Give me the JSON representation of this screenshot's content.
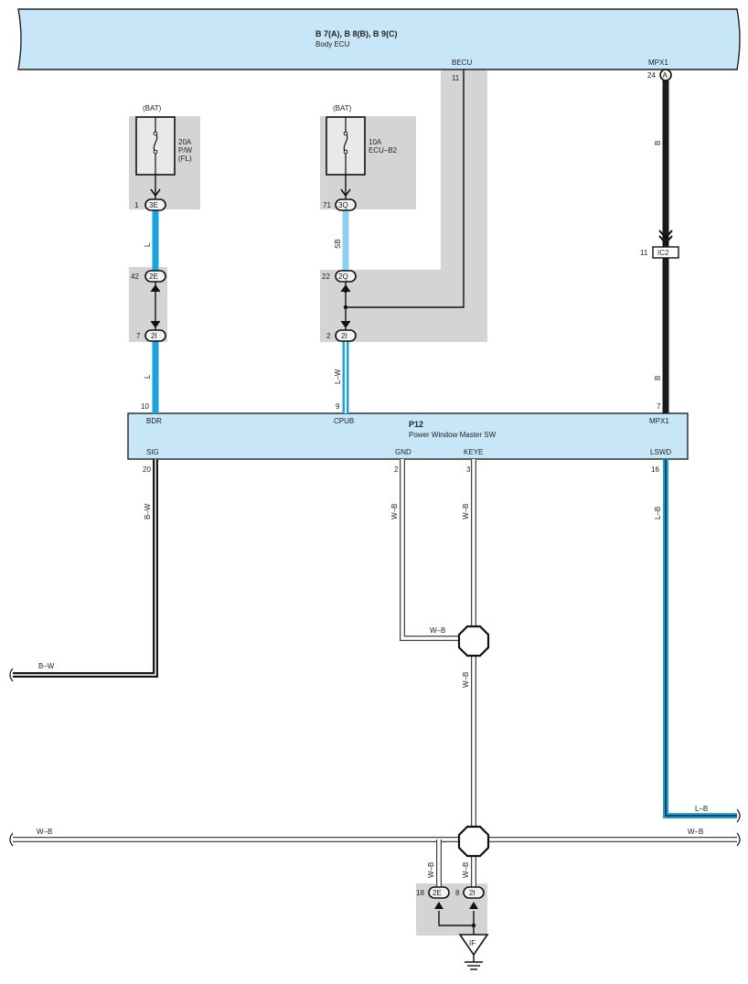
{
  "body_ecu": {
    "title": "B 7(A), B 8(B), B 9(C)",
    "name": "Body ECU",
    "pin_becu_label": "BECU",
    "pin_becu_num": "11",
    "pin_mpx1_label": "MPX1",
    "pin_mpx1_num": "24",
    "pin_mpx1_conn": "A"
  },
  "fuse_left": {
    "source": "(BAT)",
    "rating": "20A",
    "name_line1": "P/W",
    "name_line2": "(FL)",
    "pin": "1",
    "connector": "3E"
  },
  "fuse_right": {
    "source": "(BAT)",
    "rating": "10A",
    "name_line1": "ECU–B2",
    "pin": "71",
    "connector": "3Q"
  },
  "connectors": {
    "c2e_top": {
      "pin": "42",
      "code": "2E"
    },
    "c2i_left": {
      "pin": "7",
      "code": "2I"
    },
    "c2q": {
      "pin": "22",
      "code": "2Q"
    },
    "c2i_mid": {
      "pin": "2",
      "code": "2I"
    },
    "ic2": {
      "pin": "11",
      "code": "IC2"
    },
    "c2e_bottom": {
      "pin": "18",
      "code": "2E"
    },
    "c2i_bottom": {
      "pin": "8",
      "code": "2I"
    }
  },
  "master_sw": {
    "code": "P12",
    "name": "Power Window Master SW",
    "bdr_label": "BDR",
    "bdr_num": "10",
    "cpub_label": "CPUB",
    "cpub_num": "9",
    "mpx1_label": "MPX1",
    "mpx1_num": "7",
    "sig_label": "SIG",
    "sig_num": "20",
    "gnd_label": "GND",
    "gnd_num": "2",
    "keye_label": "KEYE",
    "keye_num": "3",
    "lswd_label": "LSWD",
    "lswd_num": "16"
  },
  "wires": {
    "l_upper": "L",
    "l_lower": "L",
    "sb": "SB",
    "l_w": "L–W",
    "b_upper": "B",
    "b_lower": "B",
    "b_w_vertical": "B–W",
    "b_w_exit": "B–W",
    "w_b_gnd": "W–B",
    "w_b_keye": "W–B",
    "w_b_join": "W–B",
    "w_b_mid": "W–B",
    "l_b_vertical": "L–B",
    "l_b_exit": "L–B",
    "w_b_left_exit": "W–B",
    "w_b_right_exit": "W–B",
    "w_b_drop_left": "W–B",
    "w_b_drop_right": "W–B"
  },
  "ground": {
    "code": "IF"
  },
  "colors": {
    "ecu_fill": "#c7e6f8",
    "wire_l": "#1aa3e0",
    "wire_sb": "#8fd0f0",
    "wire_b": "#1a1a1a",
    "shade": "#d4d4d6"
  }
}
